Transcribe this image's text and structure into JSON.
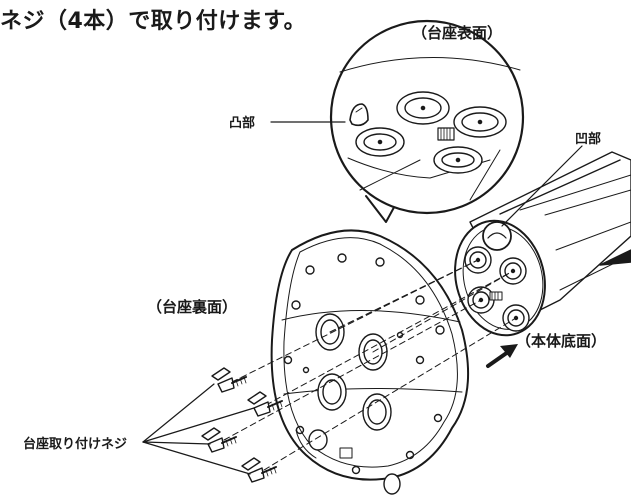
{
  "heading": "ネジ（4本）で取り付けます。",
  "labels": {
    "base_top": "（台座表面）",
    "convex": "凸部",
    "concave": "凹部",
    "base_back": "（台座裏面）",
    "body_bottom": "（本体底面）",
    "screws": "台座取り付けネジ"
  },
  "colors": {
    "line": "#1a1a1a",
    "fill": "#ffffff",
    "shade": "#d9d9d9"
  }
}
